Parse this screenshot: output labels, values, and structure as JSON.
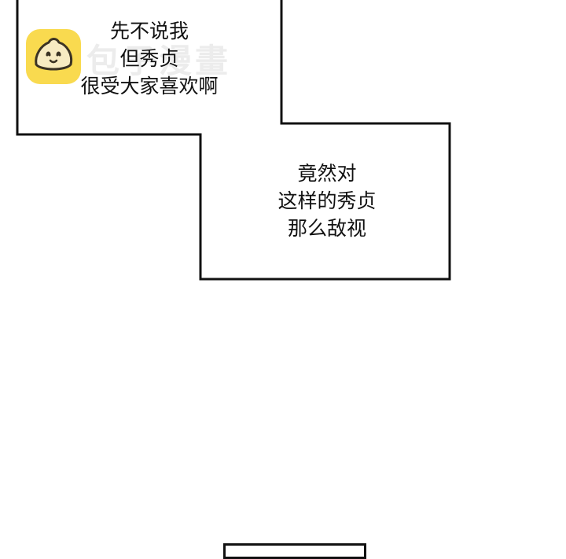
{
  "caption_top": {
    "line1": "先不说我",
    "line2": "但秀贞",
    "line3": "很受大家喜欢啊"
  },
  "caption_middle": {
    "line1": "竟然对",
    "line2": "这样的秀贞",
    "line3": "那么敌视"
  },
  "watermark": {
    "text": "包子漫畫",
    "logo_color": "#f9da4f"
  }
}
